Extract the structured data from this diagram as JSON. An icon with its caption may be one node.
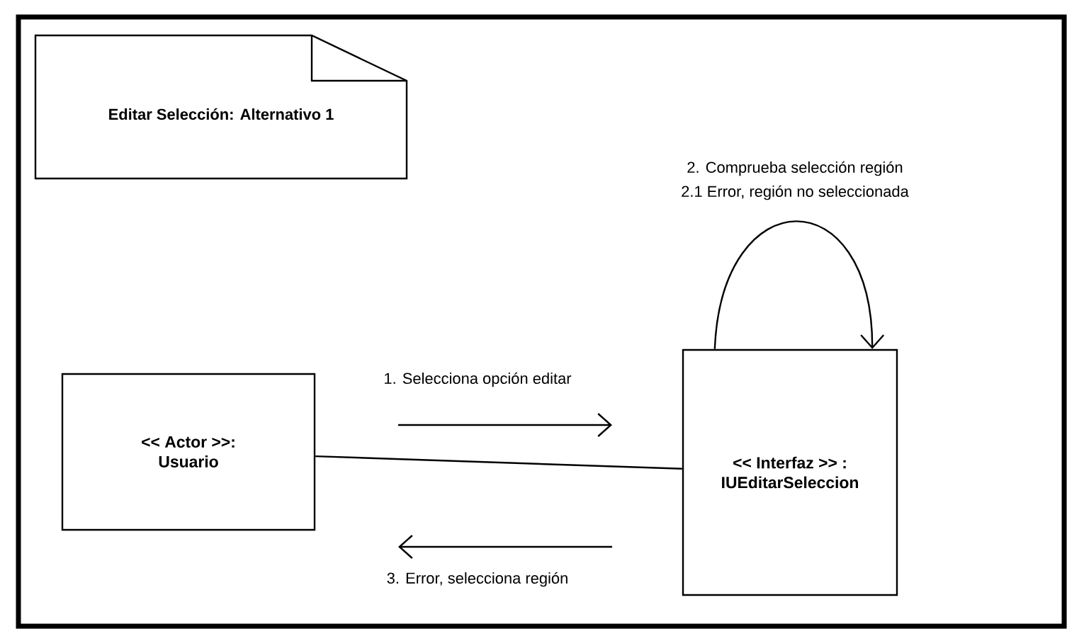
{
  "diagram": {
    "nodes": [
      {
        "text": [
          "Editar Selección: Alternativo 1"
        ]
      },
      {
        "text": [
          "<< Actor >>:",
          "Usuario"
        ]
      },
      {
        "text": [
          "<< Interfaz >> :",
          "IUEditarSeleccion"
        ]
      }
    ],
    "edges": [
      {
        "from": 1,
        "to": 2,
        "arrow": "none"
      },
      {
        "from": 2,
        "to": 2,
        "arrow": "to"
      }
    ],
    "labels": [
      "2. Comprueba selección región",
      "2.1 Error, región no seleccionada",
      "1. Selecciona opción editar",
      "3. Error, selecciona región"
    ]
  }
}
